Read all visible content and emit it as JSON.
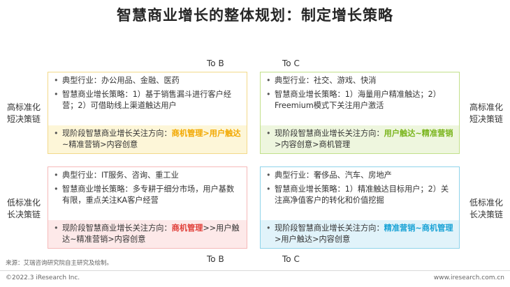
{
  "title": "智慧商业增长的整体规划：制定增长策略",
  "axes": {
    "top_left": "To B",
    "top_right": "To C",
    "bottom_left": "To B",
    "bottom_right": "To C",
    "left_top": [
      "高标准化",
      "短决策链"
    ],
    "left_bottom": [
      "低标准化",
      "长决策链"
    ],
    "right_top": [
      "高标准化",
      "短决策链"
    ],
    "right_bottom": [
      "低标准化",
      "长决策链"
    ]
  },
  "quadrants": {
    "tl": {
      "industry": "典型行业：办公用品、金融、医药",
      "strategy": "智慧商业增长策略：1）基于销售漏斗进行客户经营；2）可借助线上渠道触达用户",
      "focus_prefix": "现阶段智慧商业增长关注方向：",
      "focus_highlight": "商机管理>用户触达",
      "focus_suffix": "~精准营销>内容创意"
    },
    "tr": {
      "industry": "典型行业：社交、游戏、快消",
      "strategy": "智慧商业增长策略：1）海量用户精准触达；2）Freemium模式下关注用户激活",
      "focus_prefix": "现阶段智慧商业增长关注方向：",
      "focus_highlight": "用户触达~精准营销",
      "focus_suffix": ">内容创意>商机管理"
    },
    "bl": {
      "industry": "典型行业：IT服务、咨询、重工业",
      "strategy": "智慧商业增长策略：多专耕于细分市场，用户基数有限，重点关注KA客户经营",
      "focus_prefix": "现阶段智慧商业增长关注方向：",
      "focus_highlight": "商机管理",
      "focus_suffix": ">>用户触达~精准营销>内容创意"
    },
    "br": {
      "industry": "典型行业：奢侈品、汽车、房地产",
      "strategy": "智慧商业增长策略：1）精准触达目标用户；2）关注高净值客户的转化和价值挖掘",
      "focus_prefix": "现阶段智慧商业增长关注方向：",
      "focus_highlight": "精准营销~商机管理",
      "focus_suffix": ">用户触达>内容创意"
    }
  },
  "bullet": "•",
  "source": "来源：艾瑞咨询研究院自主研究及绘制。",
  "copyright": "©2022.3 iResearch Inc.",
  "site": "www.iresearch.com.cn"
}
